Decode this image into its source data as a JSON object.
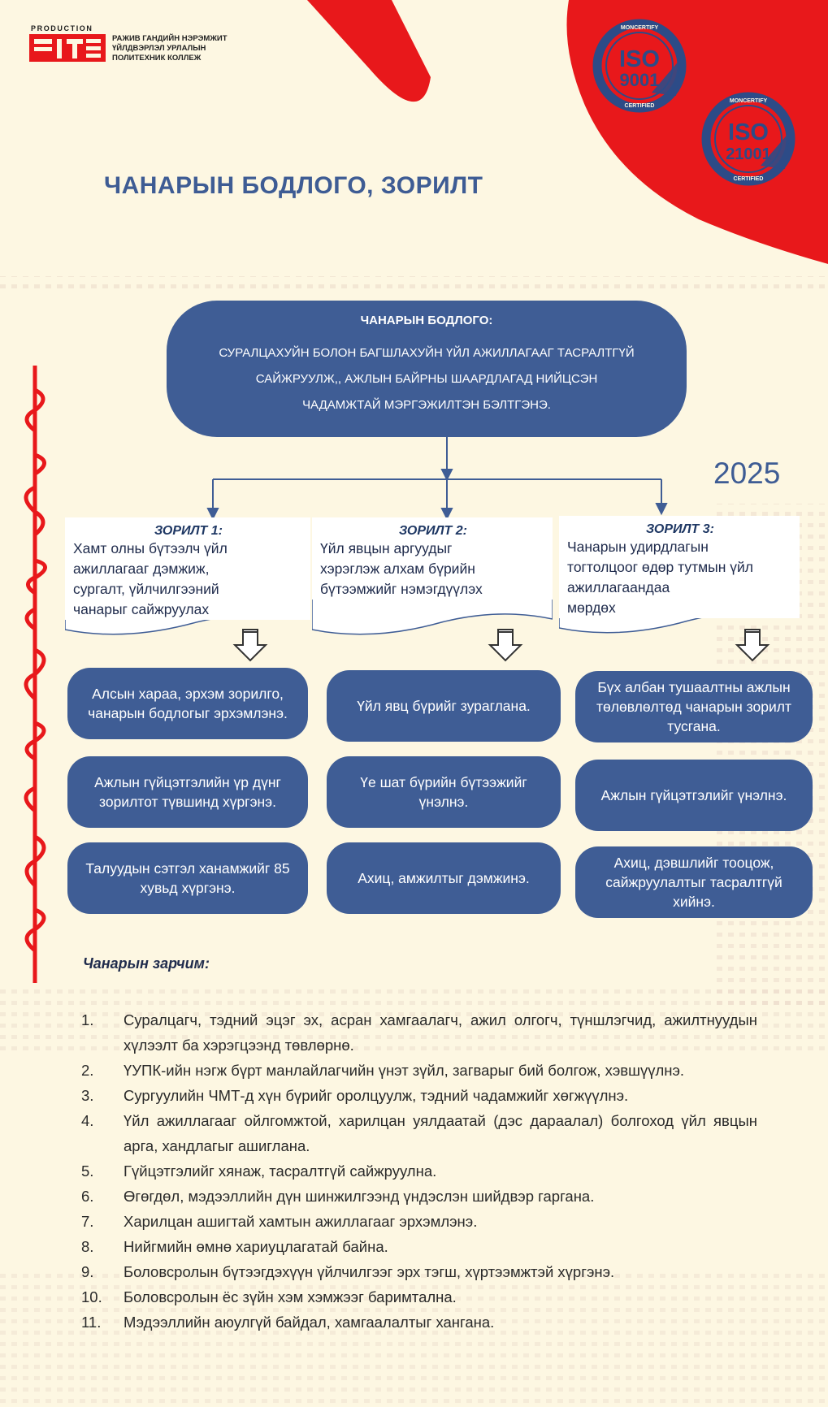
{
  "header": {
    "logo_production": "PRODUCTION",
    "logo_lines": [
      "РАЖИВ ГАНДИЙН НЭРЭМЖИТ",
      "ҮЙЛДВЭРЛЭЛ УРЛАЛЫН",
      "ПОЛИТЕХНИК КОЛЛЕЖ"
    ],
    "page_title": "ЧАНАРЫН БОДЛОГО, ЗОРИЛТ"
  },
  "badges": [
    {
      "label": "ISO",
      "number": "9001",
      "ring_text": "MONCERTIFY",
      "bottom_text": "CERTIFIED"
    },
    {
      "label": "ISO",
      "number": "21001",
      "ring_text": "MONCERTIFY",
      "bottom_text": "CERTIFIED"
    }
  ],
  "policy": {
    "heading": "ЧАНАРЫН БОДЛОГО:",
    "lines": [
      "СУРАЛЦАХУЙН БОЛОН БАГШЛАХУЙН ҮЙЛ АЖИЛЛАГААГ ТАСРАЛТГҮЙ",
      "САЙЖРУУЛЖ,, АЖЛЫН БАЙРНЫ ШААРДЛАГАД НИЙЦСЭН",
      "ЧАДАМЖТАЙ МЭРГЭЖИЛТЭН БЭЛТГЭНЭ."
    ]
  },
  "year": "2025",
  "goals": [
    {
      "heading": "ЗОРИЛТ 1:",
      "lines": [
        "Хамт олны бүтээлч үйл",
        "ажиллагааг дэмжиж,",
        "сургалт, үйлчилгээний",
        "чанарыг сайжруулах"
      ],
      "actions": [
        "Алсын хараа, эрхэм зорилго, чанарын бодлогыг эрхэмлэнэ.",
        "Ажлын гүйцэтгэлийн үр дүнг зорилтот түвшинд хүргэнэ.",
        "Талуудын сэтгэл ханамжийг 85 хувьд хүргэнэ."
      ]
    },
    {
      "heading": "ЗОРИЛТ 2:",
      "lines": [
        "Үйл явцын аргуудыг",
        "хэрэглэж алхам бүрийн",
        "бүтээмжийг нэмэгдүүлэх"
      ],
      "actions": [
        "Үйл явц бүрийг зураглана.",
        "Үе шат бүрийн бүтээжийг үнэлнэ.",
        "Ахиц, амжилтыг дэмжинэ."
      ]
    },
    {
      "heading": "ЗОРИЛТ 3:",
      "lines": [
        "Чанарын удирдлагын",
        "тогтолцоог өдөр тутмын үйл",
        "ажиллагаандаа",
        "мөрдөх"
      ],
      "actions": [
        "Бүх албан тушаалтны ажлын төлөвлөлтөд чанарын зорилт тусгана.",
        "Ажлын гүйцэтгэлийг үнэлнэ.",
        "Ахиц, дэвшлийг тооцож, сайжруулалтыг тасралтгүй хийнэ."
      ]
    }
  ],
  "principles": {
    "title": "Чанарын зарчим:",
    "items": [
      {
        "num": "1.",
        "text": "Суралцагч, тэдний эцэг эх, асран хамгаалагч, ажил олгогч, түншлэгчид, ажилтнуудын хүлээлт ба хэрэгцээнд төвлөрнө."
      },
      {
        "num": "2.",
        "text": "ҮУПК-ийн нэгж бүрт манлайлагчийн үнэт зүйл, загварыг бий болгож, хэвшүүлнэ."
      },
      {
        "num": "3.",
        "text": "Сургуулийн ЧМТ-д хүн бүрийг оролцуулж, тэдний чадамжийг хөгжүүлнэ."
      },
      {
        "num": "4.",
        "text": "Үйл ажиллагааг ойлгомжтой, харилцан уялдаатай (дэс дараалал) болгоход үйл явцын арга, хандлагыг ашиглана."
      },
      {
        "num": "5.",
        "text": "Гүйцэтгэлийг хянаж, тасралтгүй сайжруулна."
      },
      {
        "num": "6.",
        "text": "Өгөгдөл, мэдээллийн дүн шинжилгээнд үндэслэн шийдвэр гаргана."
      },
      {
        "num": "7.",
        "text": "Харилцан ашигтай хамтын ажиллагааг эрхэмлэнэ."
      },
      {
        "num": "8.",
        "text": "Нийгмийн өмнө хариуцлагатай байна."
      },
      {
        "num": "9.",
        "text": "Боловсролын бүтээгдэхүүн үйлчилгээг эрх тэгш, хүртээмжтэй хүргэнэ."
      },
      {
        "num": "10.",
        "text": "Боловсролын ёс зүйн хэм хэмжээг баримтална."
      },
      {
        "num": "11.",
        "text": "Мэдээллийн аюулгүй байдал, хамгаалалтыг хангана."
      }
    ]
  },
  "colors": {
    "accent_red": "#e8181b",
    "navy": "#3f5d95",
    "background": "#fdf7e2"
  }
}
